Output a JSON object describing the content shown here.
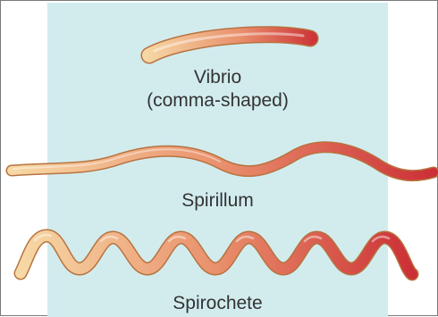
{
  "figure": {
    "bacteria": [
      {
        "id": "vibrio",
        "name": "Vibrio",
        "note": "(comma-shaped)"
      },
      {
        "id": "spirillum",
        "name": "Spirillum"
      },
      {
        "id": "spirochete",
        "name": "Spirochete"
      }
    ],
    "colors": {
      "panel_background": "#d2ecee",
      "gradient_start": "#f7d9a6",
      "gradient_mid": "#e9906c",
      "gradient_end": "#cc2f36",
      "label_text": "#333333"
    }
  }
}
